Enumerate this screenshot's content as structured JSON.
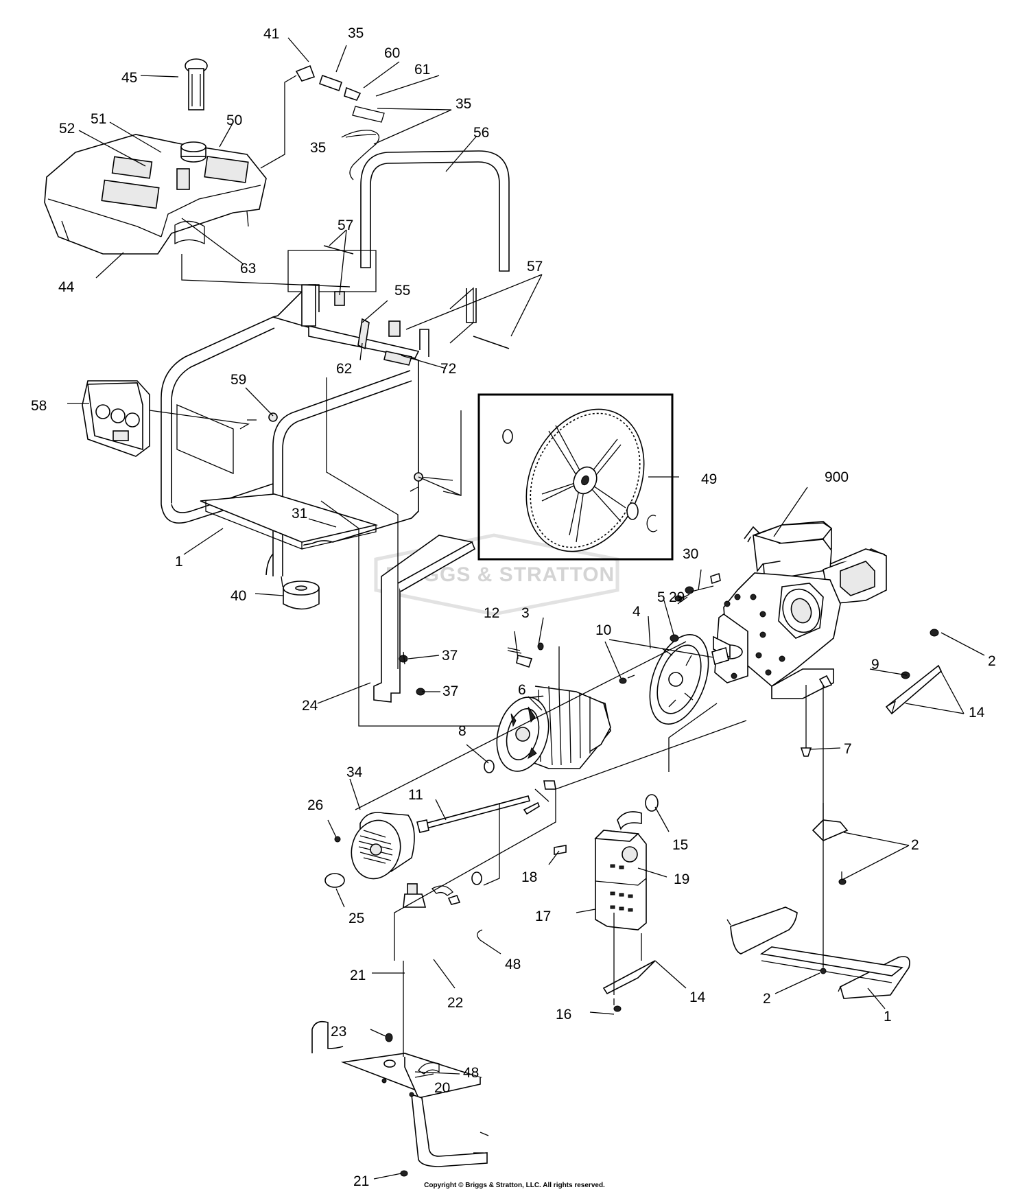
{
  "watermark": "BRIGGS & STRATTON",
  "copyright": "Copyright © Briggs & Stratton, LLC. All rights reserved.",
  "callouts": {
    "c41": "41",
    "c35a": "35",
    "c60": "60",
    "c61": "61",
    "c35b": "35",
    "c35c": "35",
    "c45": "45",
    "c52": "52",
    "c51": "51",
    "c50": "50",
    "c56": "56",
    "c57a": "57",
    "c57b": "57",
    "c63": "63",
    "c44": "44",
    "c55": "55",
    "c62": "62",
    "c72": "72",
    "c58": "58",
    "c59": "59",
    "c49": "49",
    "c900": "900",
    "c31": "31",
    "c1a": "1",
    "c40": "40",
    "c30": "30",
    "c29": "29",
    "c3": "3",
    "c12": "12",
    "c5": "5",
    "c4": "4",
    "c10": "10",
    "c37a": "37",
    "c37b": "37",
    "c24": "24",
    "c2a": "2",
    "c9": "9",
    "c14a": "14",
    "c6": "6",
    "c8": "8",
    "c7": "7",
    "c34": "34",
    "c26": "26",
    "c11": "11",
    "c15": "15",
    "c18": "18",
    "c19": "19",
    "c2b": "2",
    "c25": "25",
    "c17": "17",
    "c21a": "21",
    "c22": "22",
    "c48a": "48",
    "c14b": "14",
    "c2c": "2",
    "c1b": "1",
    "c16": "16",
    "c23": "23",
    "c48b": "48",
    "c20": "20",
    "c21b": "21"
  }
}
